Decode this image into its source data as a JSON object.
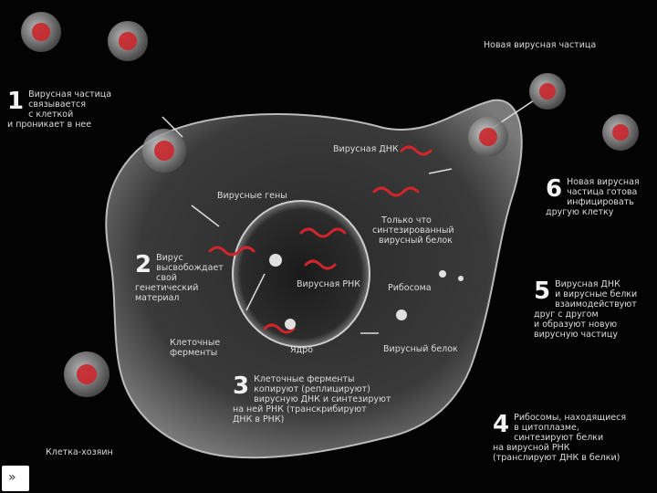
{
  "labels": {
    "new_particle": "Новая вирусная частица",
    "viral_dna": "Вирусная ДНК",
    "viral_genes": "Вирусные гены",
    "new_protein_1": "Только что",
    "new_protein_2": "синтезированный",
    "new_protein_3": "вирусный белок",
    "viral_rna": "Вирусная РНК",
    "ribosome": "Рибосома",
    "enzymes_1": "Клеточные",
    "enzymes_2": "ферменты",
    "nucleus": "Ядро",
    "viral_protein": "Вирусный белок",
    "host_cell": "Клетка-хозяин"
  },
  "steps": [
    {
      "num": "1",
      "text": "Вирусная частица\nсвязывается\nс клеткой\nи проникает в нее"
    },
    {
      "num": "2",
      "text": "Вирус\nвысвобождает\nсвой\nгенетический\nматериал"
    },
    {
      "num": "3",
      "text": "Клеточные ферменты\nкопируют (реплицируют)\nвирусную ДНК и синтезируют\nна ней РНК (транскрибируют\nДНК в РНК)"
    },
    {
      "num": "4",
      "text": "Рибосомы, находящиеся\nв цитоплазме,\nсинтезируют белки\nна вирусной РНК\n(транслируют ДНК в белки)"
    },
    {
      "num": "5",
      "text": "Вирусная ДНК\nи вирусные белки\nвзаимодействуют\nдруг с другом\nи образуют новую\nвирусную частицу"
    },
    {
      "num": "6",
      "text": "Новая вирусная\nчастица готова\nинфицировать\nдругую клетку"
    }
  ],
  "nav_glyph": "»"
}
